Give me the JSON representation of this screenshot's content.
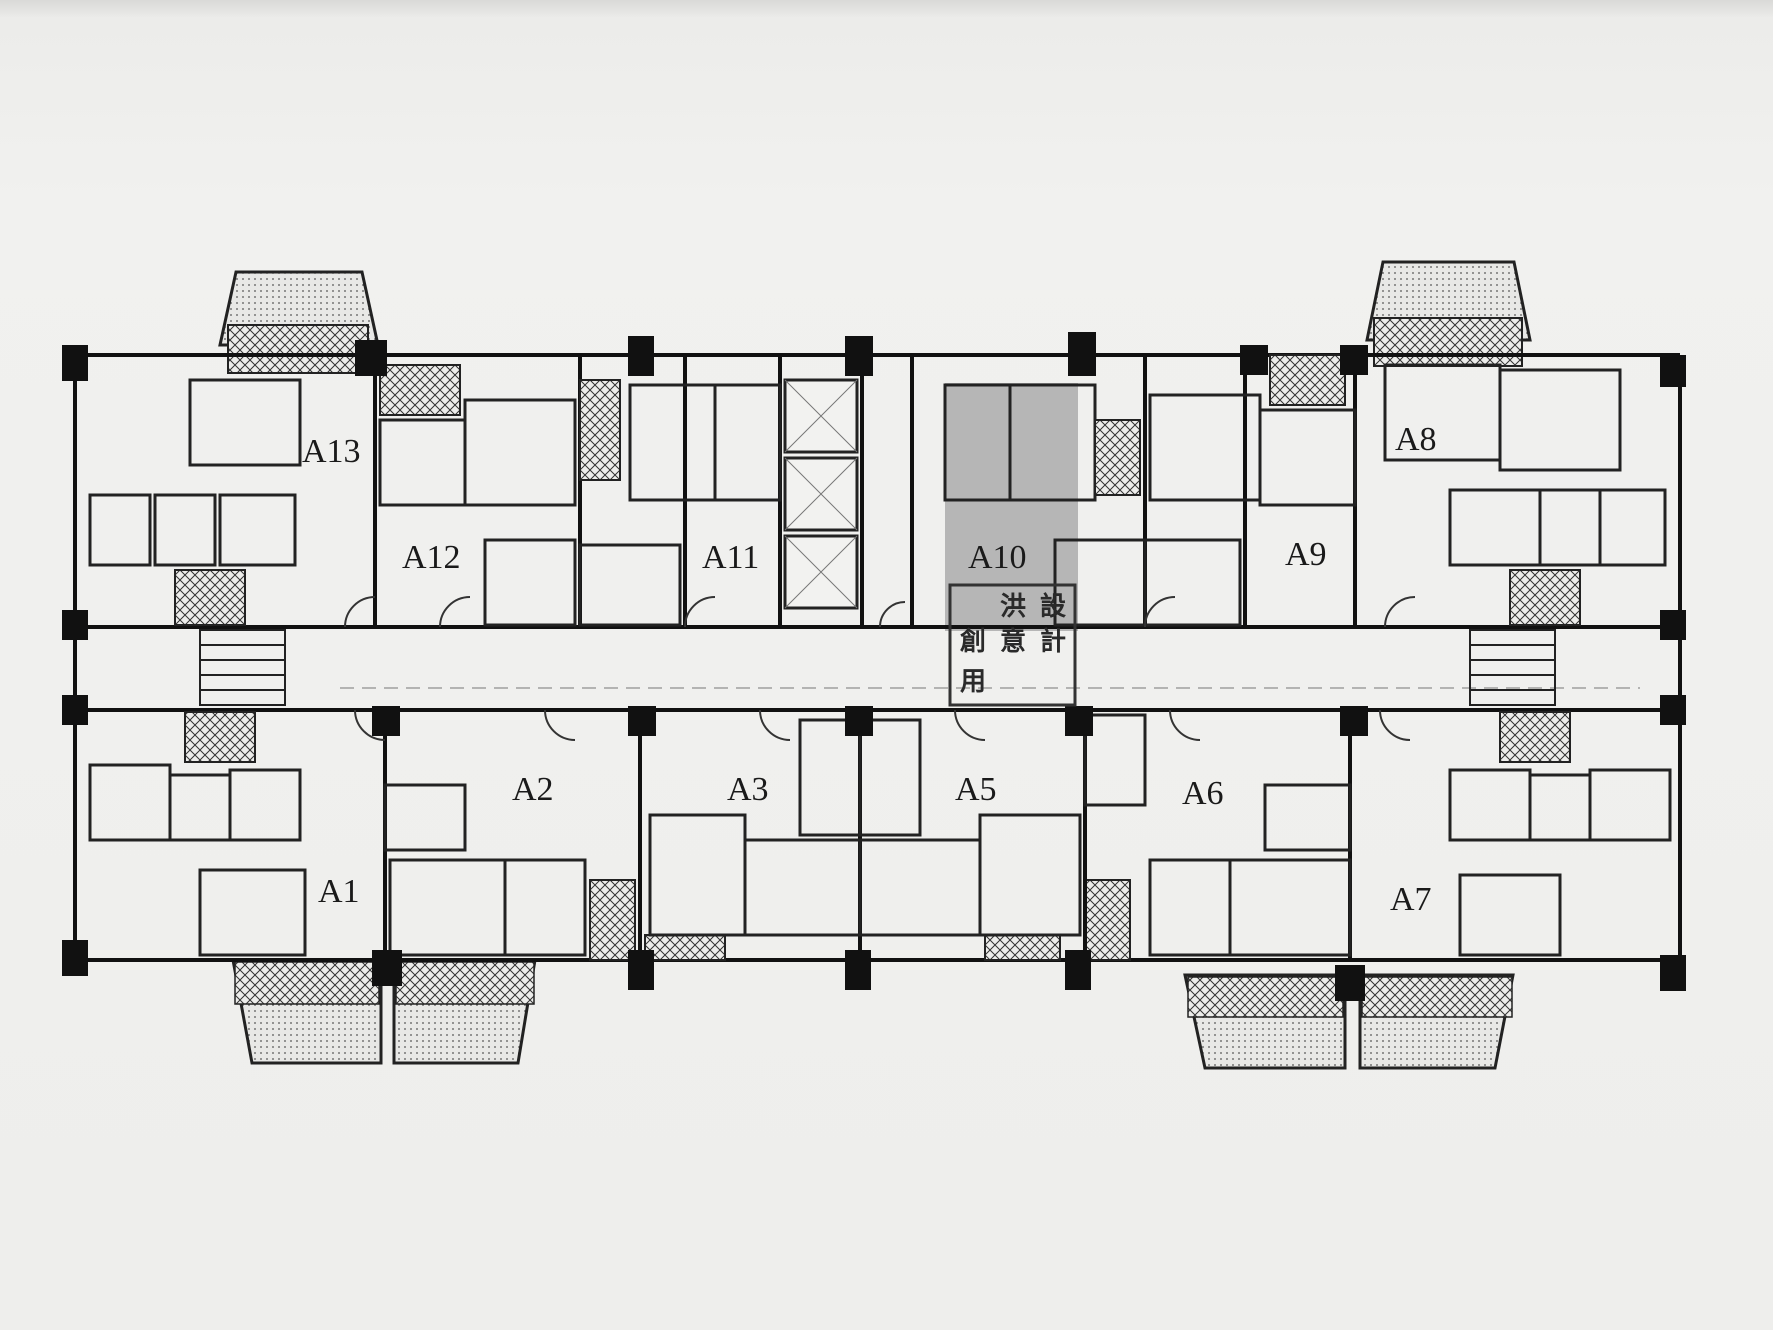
{
  "units": {
    "a1": "A1",
    "a2": "A2",
    "a3": "A3",
    "a5": "A5",
    "a6": "A6",
    "a7": "A7",
    "a8": "A8",
    "a9": "A9",
    "a10": "A10",
    "a11": "A11",
    "a12": "A12",
    "a13": "A13"
  },
  "stamp": {
    "line1": "用",
    "line2": "洪",
    "line3": "創",
    "line4": "意",
    "line5": "設",
    "line6": "計"
  },
  "colors": {
    "wall": "#111111",
    "line": "#2a2a2a",
    "hatch": "#444444",
    "highlight": "#9b9b9b"
  }
}
